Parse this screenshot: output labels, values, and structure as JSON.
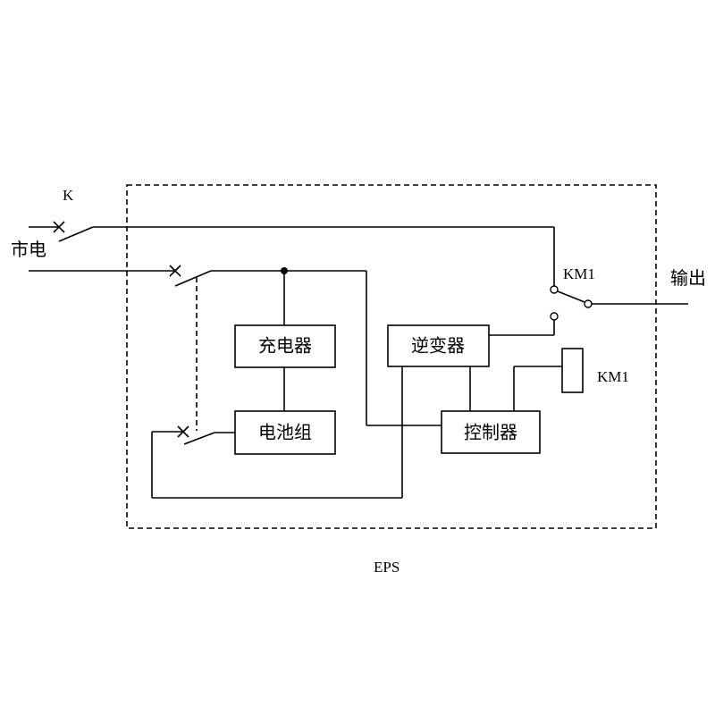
{
  "labels": {
    "k": "K",
    "mains": "市电",
    "km1_contact": "KM1",
    "output": "输出",
    "km1_coil": "KM1",
    "eps": "EPS"
  },
  "blocks": {
    "charger": "充电器",
    "battery": "电池组",
    "inverter": "逆变器",
    "controller": "控制器"
  }
}
